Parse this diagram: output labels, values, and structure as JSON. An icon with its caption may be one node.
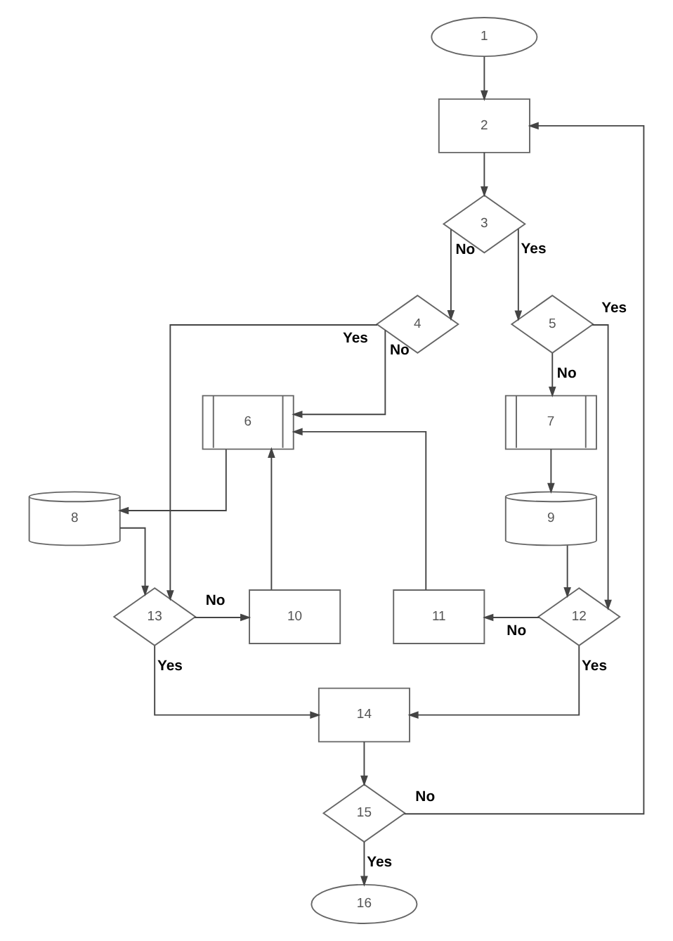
{
  "diagram": {
    "nodes": [
      {
        "text": [
          "1"
        ]
      },
      {
        "text": [
          "2"
        ]
      },
      {
        "text": [
          "3"
        ]
      },
      {
        "text": [
          "4"
        ]
      },
      {
        "text": [
          "5"
        ]
      },
      {
        "text": [
          "6"
        ]
      },
      {
        "text": [
          "7"
        ]
      },
      {
        "text": [
          "8"
        ]
      },
      {
        "text": [
          "9"
        ]
      },
      {
        "text": [
          "10"
        ]
      },
      {
        "text": [
          "11"
        ]
      },
      {
        "text": [
          "12"
        ]
      },
      {
        "text": [
          "13"
        ]
      },
      {
        "text": [
          "14"
        ]
      },
      {
        "text": [
          "15"
        ]
      },
      {
        "text": [
          "16"
        ]
      }
    ],
    "edges": [
      {
        "from": 0,
        "to": 1,
        "arrow": "to"
      },
      {
        "from": 1,
        "to": 2,
        "arrow": "to"
      },
      {
        "from": 2,
        "to": 3,
        "arrow": "to",
        "label": "No"
      },
      {
        "from": 2,
        "to": 4,
        "arrow": "to",
        "label": "Yes"
      },
      {
        "from": 3,
        "to": 5,
        "arrow": "to",
        "label": "No"
      },
      {
        "from": 3,
        "to": 12,
        "arrow": "to",
        "label": "Yes"
      },
      {
        "from": 4,
        "to": 6,
        "arrow": "to",
        "label": "No"
      },
      {
        "from": 4,
        "to": 11,
        "arrow": "to",
        "label": "Yes"
      },
      {
        "from": 5,
        "to": 7,
        "arrow": "to"
      },
      {
        "from": 6,
        "to": 8,
        "arrow": "to"
      },
      {
        "from": 7,
        "to": 12,
        "arrow": "to"
      },
      {
        "from": 8,
        "to": 11,
        "arrow": "to"
      },
      {
        "from": 9,
        "to": 5,
        "arrow": "to"
      },
      {
        "from": 10,
        "to": 5,
        "arrow": "to"
      },
      {
        "from": 11,
        "to": 10,
        "arrow": "to",
        "label": "No"
      },
      {
        "from": 11,
        "to": 13,
        "arrow": "to",
        "label": "Yes"
      },
      {
        "from": 12,
        "to": 9,
        "arrow": "to",
        "label": "No"
      },
      {
        "from": 12,
        "to": 13,
        "arrow": "to",
        "label": "Yes"
      },
      {
        "from": 13,
        "to": 14,
        "arrow": "to"
      },
      {
        "from": 14,
        "to": 1,
        "arrow": "to",
        "label": "No"
      },
      {
        "from": 14,
        "to": 15,
        "arrow": "to",
        "label": "Yes"
      }
    ]
  }
}
